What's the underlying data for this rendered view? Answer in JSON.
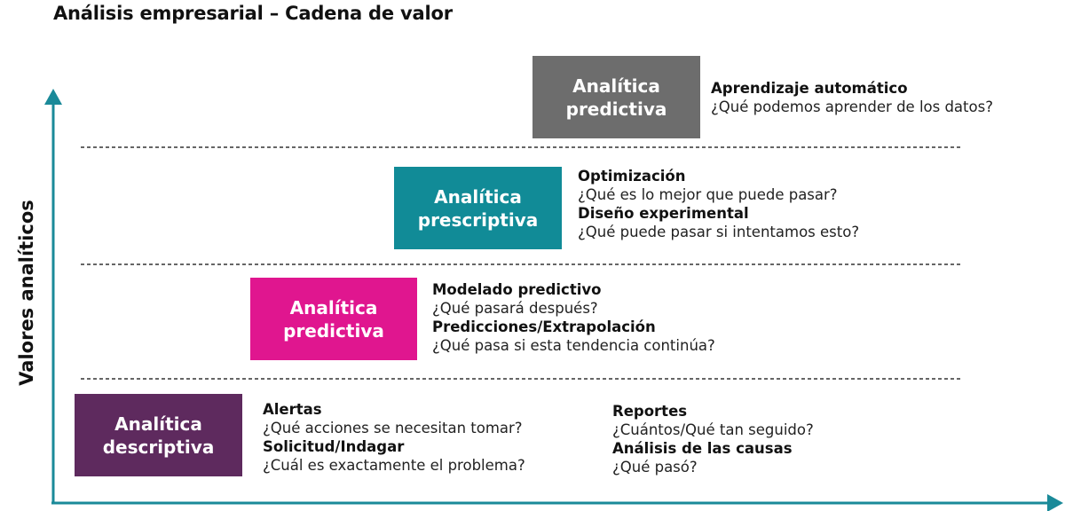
{
  "title": "Análisis empresarial – Cadena de valor",
  "y_axis_label": "Valores analíticos",
  "colors": {
    "axis": "#1a8a99",
    "predictive_top": "#6d6d6d",
    "prescriptive": "#118b97",
    "predictive": "#e0168f",
    "descriptive": "#5e2a5e"
  },
  "tiers": [
    {
      "box": [
        "Analítica",
        "predictiva"
      ],
      "groups": [
        {
          "items": [
            {
              "heading": "Aprendizaje automático",
              "question": "¿Qué podemos aprender de los datos?"
            }
          ]
        }
      ]
    },
    {
      "box": [
        "Analítica",
        "prescriptiva"
      ],
      "groups": [
        {
          "items": [
            {
              "heading": "Optimización",
              "question": "¿Qué es lo mejor que puede pasar?"
            },
            {
              "heading": "Diseño experimental",
              "question": "¿Qué puede pasar si intentamos esto?"
            }
          ]
        }
      ]
    },
    {
      "box": [
        "Analítica",
        "predictiva"
      ],
      "groups": [
        {
          "items": [
            {
              "heading": "Modelado predictivo",
              "question": "¿Qué pasará después?"
            },
            {
              "heading": "Predicciones/Extrapolación",
              "question": "¿Qué pasa si esta tendencia continúa?"
            }
          ]
        }
      ]
    },
    {
      "box": [
        "Analítica",
        "descriptiva"
      ],
      "groups": [
        {
          "items": [
            {
              "heading": "Alertas",
              "question": "¿Qué acciones se necesitan tomar?"
            },
            {
              "heading": "Solicitud/Indagar",
              "question": "¿Cuál es exactamente el problema?"
            }
          ]
        },
        {
          "items": [
            {
              "heading": "Reportes",
              "question": "¿Cuántos/Qué tan seguido?"
            },
            {
              "heading": "Análisis de las causas",
              "question": "¿Qué pasó?"
            }
          ]
        }
      ]
    }
  ]
}
